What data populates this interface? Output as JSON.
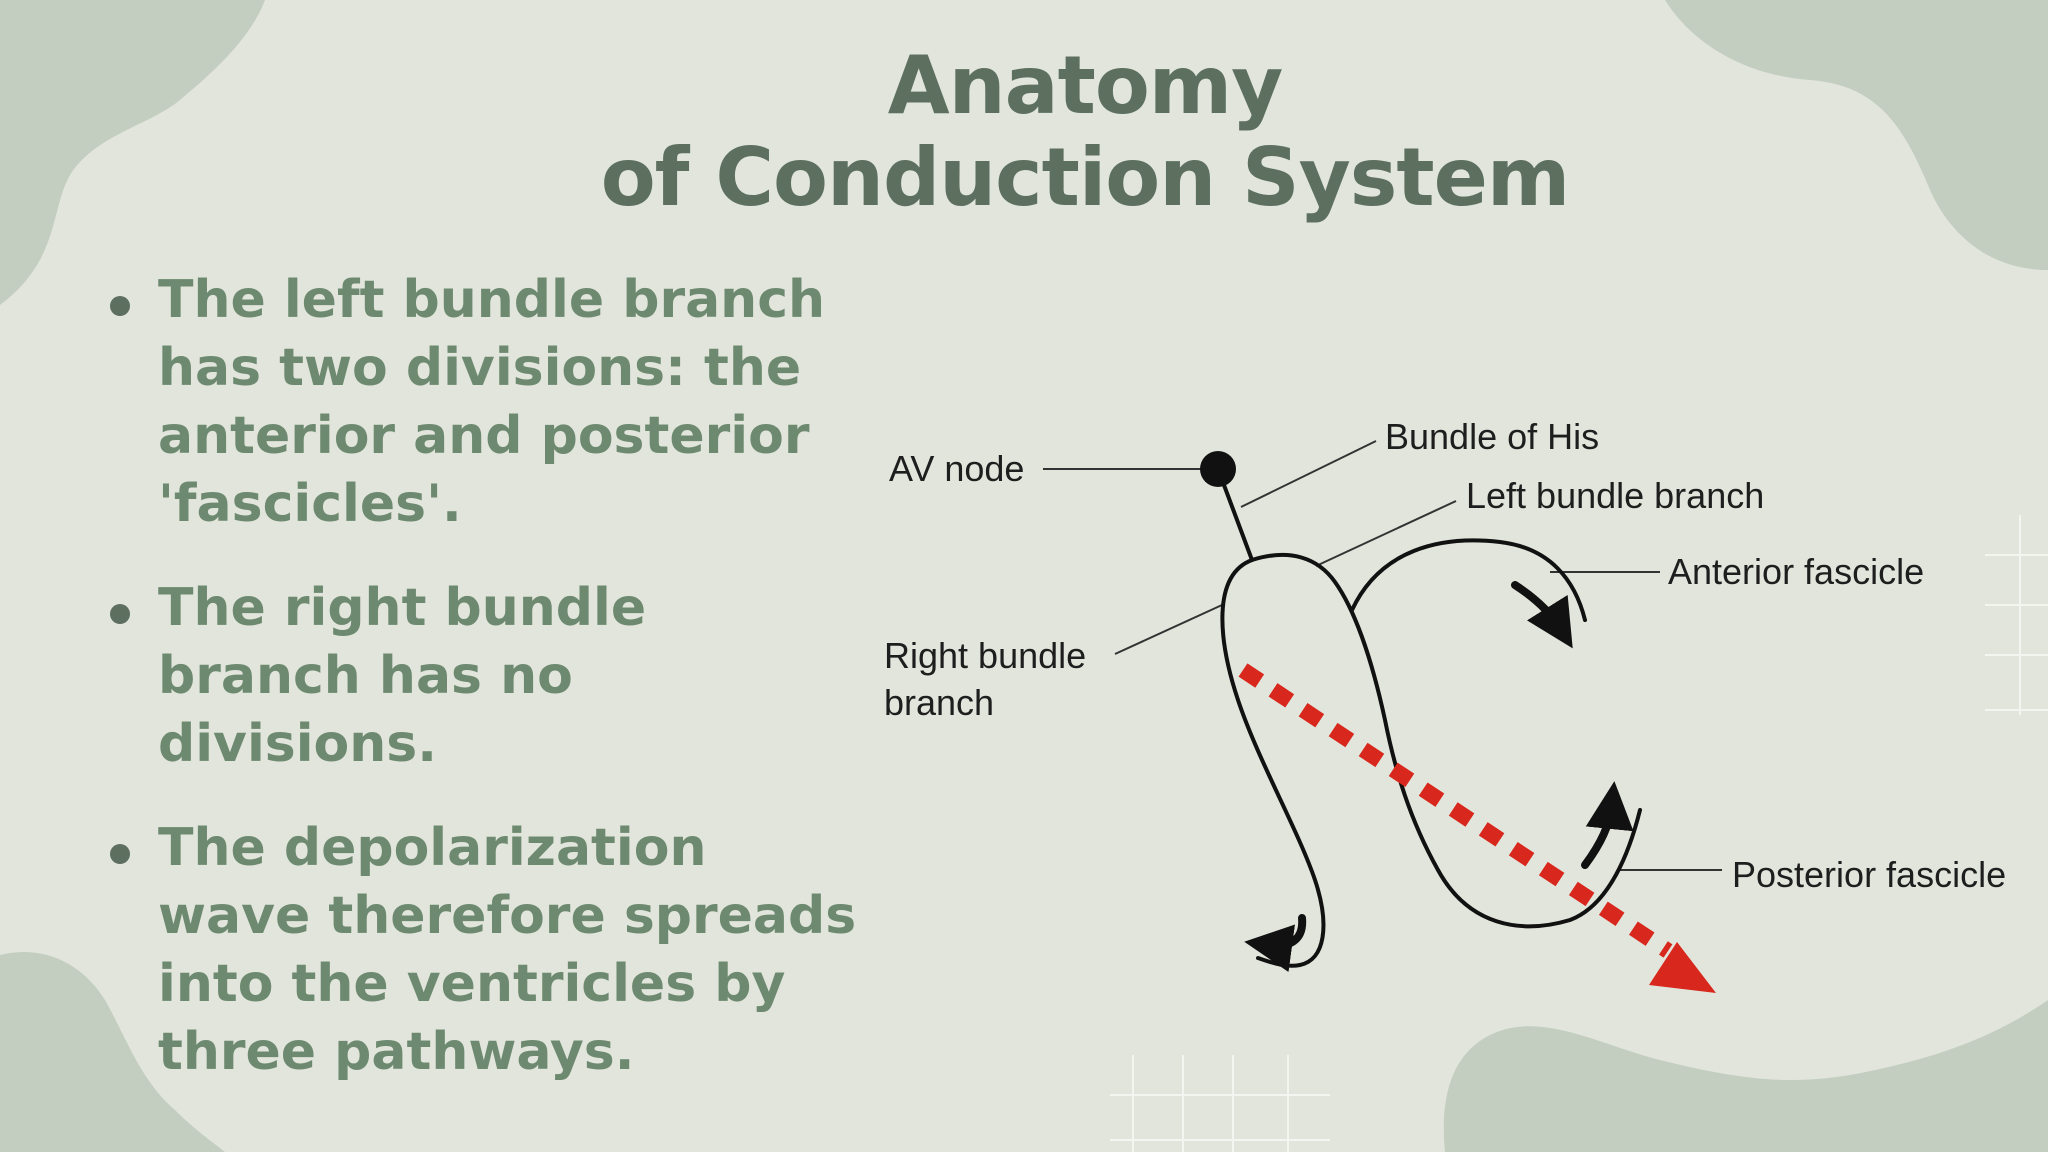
{
  "title": {
    "line1": "Anatomy",
    "line2": "of Conduction System"
  },
  "bullets": [
    {
      "lines": [
        "The left bundle branch",
        "has two divisions: the",
        "anterior and posterior",
        "'fascicles'."
      ]
    },
    {
      "lines": [
        "The right bundle",
        "branch has no",
        "divisions."
      ]
    },
    {
      "lines": [
        "The depolarization",
        "wave therefore spreads",
        "into the ventricles by",
        "three pathways."
      ]
    }
  ],
  "diagram": {
    "labels": {
      "av_node": "AV node",
      "bundle_of_his": "Bundle of His",
      "left_bundle_branch": "Left bundle branch",
      "anterior_fascicle": "Anterior fascicle",
      "right_bundle_branch_1": "Right bundle",
      "right_bundle_branch_2": "branch",
      "posterior_fascicle": "Posterior fascicle"
    },
    "colors": {
      "conduction_line": "#111111",
      "wave_arrow": "#d8271c"
    }
  },
  "colors": {
    "background": "#e2e5dc",
    "blob": "#c3cdc0",
    "title": "#5d7060",
    "bullet_text": "#6d8a70"
  }
}
